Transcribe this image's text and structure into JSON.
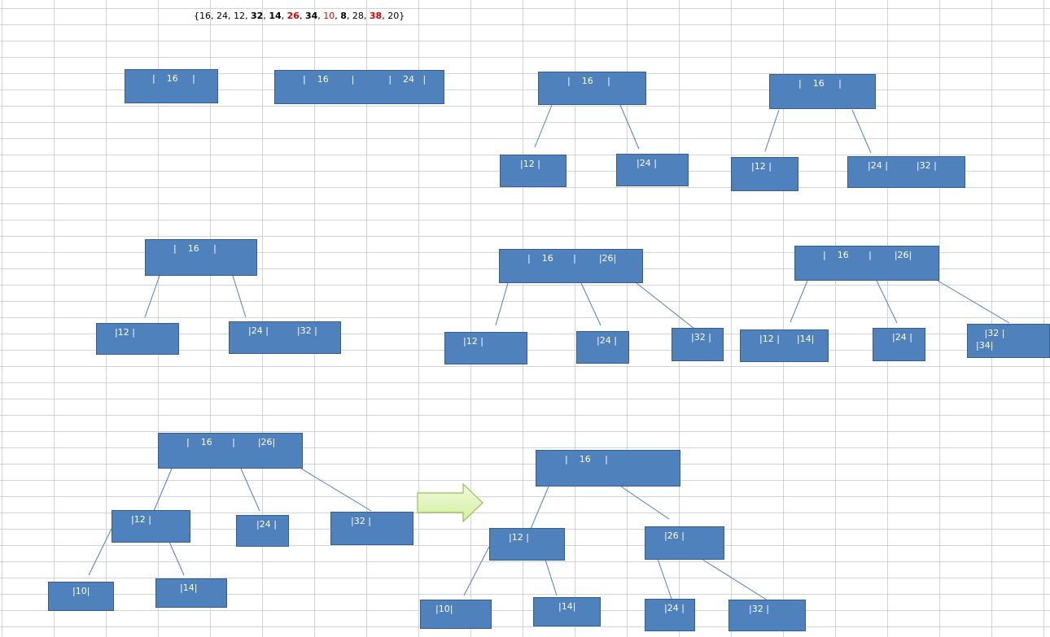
{
  "sequence": {
    "open": "{",
    "close": "}",
    "sep": ", ",
    "items": [
      {
        "v": "16",
        "s": "n"
      },
      {
        "v": "24",
        "s": "n"
      },
      {
        "v": "12",
        "s": "n"
      },
      {
        "v": "32",
        "s": "b"
      },
      {
        "v": "14",
        "s": "b"
      },
      {
        "v": "26",
        "s": "r"
      },
      {
        "v": "34",
        "s": "b"
      },
      {
        "v": "10",
        "s": "rn"
      },
      {
        "v": "8",
        "s": "b"
      },
      {
        "v": "28",
        "s": "n"
      },
      {
        "v": "38",
        "s": "rb"
      },
      {
        "v": "20",
        "s": "n"
      }
    ]
  },
  "colors": {
    "node_fill": "#4f81bd",
    "node_border": "#385d8a",
    "node_text": "#ffffff",
    "edge": "#4f81bd",
    "arrow_fill": "#e6f7c8",
    "arrow_stroke": "#9bbb59",
    "highlight": "#e00000"
  },
  "diagram": {
    "nodes": [
      {
        "id": "s1_root",
        "text": "|    16     |"
      },
      {
        "id": "s2_root",
        "text": "|    16        |            |    24   |"
      },
      {
        "id": "s3_root",
        "text": "|    16     |"
      },
      {
        "id": "s3_l",
        "text": "|12 |"
      },
      {
        "id": "s3_r",
        "text": "|24 |"
      },
      {
        "id": "s4_root",
        "text": "|    16     |"
      },
      {
        "id": "s4_l",
        "text": "|12 |"
      },
      {
        "id": "s4_r",
        "text": "|24 |          |32 |"
      },
      {
        "id": "s5_root",
        "text": "|    16     |"
      },
      {
        "id": "s5_l",
        "text": "|12 |"
      },
      {
        "id": "s5_r",
        "text": "|24 |          |32 |"
      },
      {
        "id": "s6_root",
        "text": "|    16       |        |26|"
      },
      {
        "id": "s6_a",
        "text": "|12 |"
      },
      {
        "id": "s6_b",
        "text": "|24 |"
      },
      {
        "id": "s6_c",
        "text": "|32 |"
      },
      {
        "id": "s7_root",
        "text": "|    16       |        |26|"
      },
      {
        "id": "s7_a",
        "text": "|12 |      |14|"
      },
      {
        "id": "s7_b",
        "text": "|24 |"
      },
      {
        "id": "s7_c",
        "text": "   |32 |\n|34|"
      },
      {
        "id": "s8_root",
        "text": "|    16       |        |26|"
      },
      {
        "id": "s8_a",
        "text": "|12 |"
      },
      {
        "id": "s8_b",
        "text": "|24 |"
      },
      {
        "id": "s8_c",
        "text": "|32 |"
      },
      {
        "id": "s8_aa",
        "text": "|10|"
      },
      {
        "id": "s8_ab",
        "text": "|14|"
      },
      {
        "id": "s9_root",
        "text": "|    16     |"
      },
      {
        "id": "s9_l",
        "text": "|12 |"
      },
      {
        "id": "s9_r",
        "text": "|26 |"
      },
      {
        "id": "s9_ll",
        "text": "|10|"
      },
      {
        "id": "s9_lr",
        "text": "|14|"
      },
      {
        "id": "s9_rl",
        "text": "|24 |"
      },
      {
        "id": "s9_rr",
        "text": "|32 |"
      }
    ]
  }
}
